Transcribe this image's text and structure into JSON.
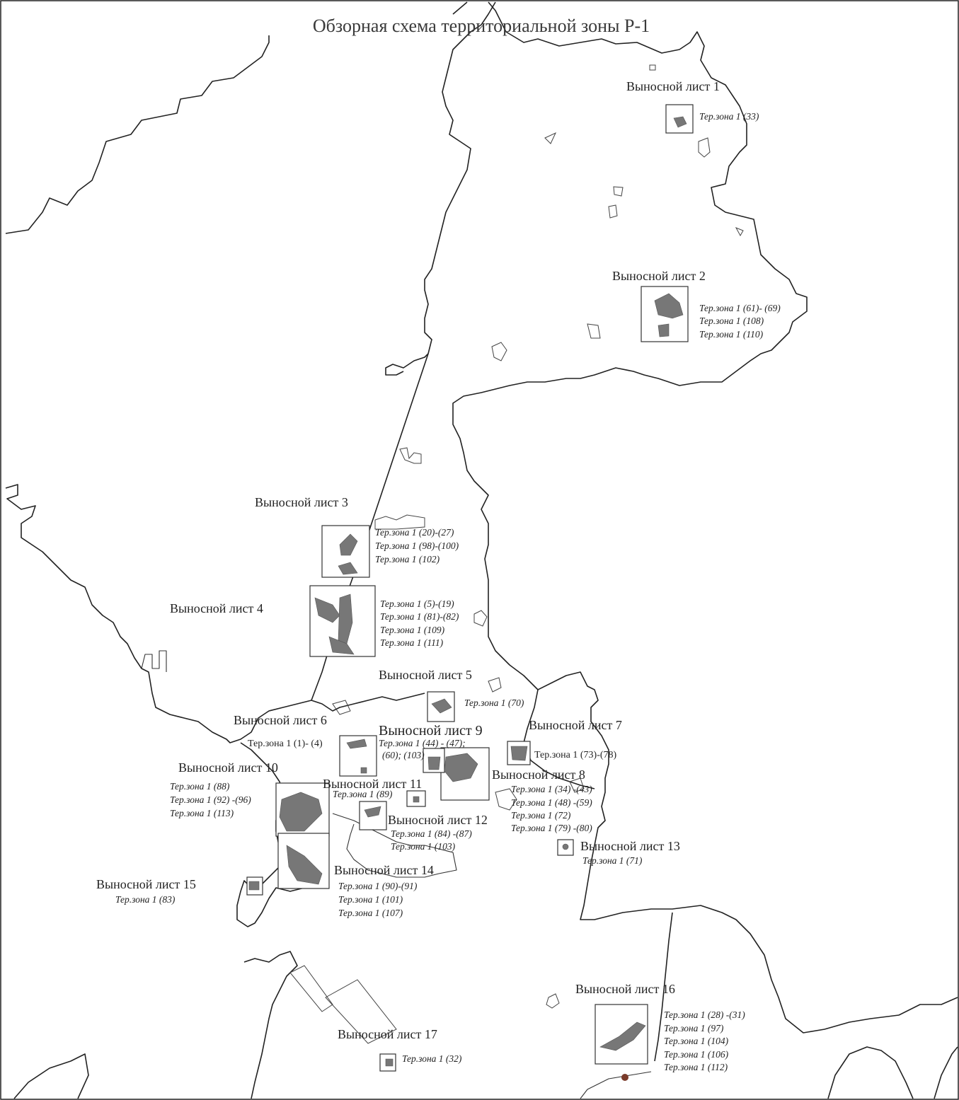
{
  "title": "Обзорная схема территориальной зоны Р-1",
  "sheets": [
    {
      "label": "Выносной лист 1",
      "zones": [
        "Тер.зона 1 (33)"
      ]
    },
    {
      "label": "Выносной лист 2",
      "zones": [
        "Тер.зона 1 (61)- (69)",
        "Тер.зона 1 (108)",
        "Тер.зона 1 (110)"
      ]
    },
    {
      "label": "Выносной лист 3",
      "zones": [
        "Тер.зона 1 (20)-(27)",
        "Тер.зона 1 (98)-(100)",
        "Тер.зона 1 (102)"
      ]
    },
    {
      "label": "Выносной лист  4",
      "zones": [
        "Тер.зона 1 (5)-(19)",
        "Тер.зона 1 (81)-(82)",
        "Тер.зона 1 (109)",
        "Тер.зона 1 (111)"
      ]
    },
    {
      "label": "Выносной лист 5",
      "zones": [
        "Тер.зона 1 (70)"
      ]
    },
    {
      "label": "Выносной лист 6",
      "zones": [
        "Тер.зона 1 (1)- (4)"
      ]
    },
    {
      "label": "Выносной лист 7",
      "zones": [
        "Тер.зона 1 (73)-(78)"
      ]
    },
    {
      "label": "Выносной лист 8",
      "zones": [
        "Тер.зона 1 (34) -(43)",
        "Тер.зона 1 (48) -(59)",
        "Тер.зона 1 (72)",
        "Тер.зона 1 (79) -(80)"
      ]
    },
    {
      "label": "Выносной лист 9",
      "zones": [
        "Тер.зона 1 (44) - (47);",
        "(60); (103)"
      ]
    },
    {
      "label": "Выносной лист 10",
      "zones": [
        "Тер.зона 1 (88)",
        "Тер.зона 1 (92) -(96)",
        "Тер.зона 1 (113)"
      ]
    },
    {
      "label": "Выносной лист 11",
      "zones": [
        "Тер.зона 1 (89)"
      ]
    },
    {
      "label": "Выносной лист 12",
      "zones": [
        "Тер.зона 1 (84) -(87)",
        "Тер.зона 1 (103)"
      ]
    },
    {
      "label": "Выносной лист 13",
      "zones": [
        "Тер.зона 1 (71)"
      ]
    },
    {
      "label": "Выносной лист 14",
      "zones": [
        "Тер.зона 1 (90)-(91)",
        "Тер.зона 1 (101)",
        "Тер.зона 1 (107)"
      ]
    },
    {
      "label": "Выносной лист 15",
      "zones": [
        "Тер.зона 1 (83)"
      ]
    },
    {
      "label": "Выносной лист 16",
      "zones": [
        "Тер.зона 1 (28) -(31)",
        "Тер.зона 1 (97)",
        "Тер.зона 1 (104)",
        "Тер.зона 1 (106)",
        "Тер.зона 1 (112)"
      ]
    },
    {
      "label": "Выносной лист 17",
      "zones": [
        "Тер.зона 1 (32)"
      ]
    }
  ],
  "colors": {
    "ink": "#222222",
    "zone_fill": "#777777",
    "marker": "#7a3b2a"
  }
}
